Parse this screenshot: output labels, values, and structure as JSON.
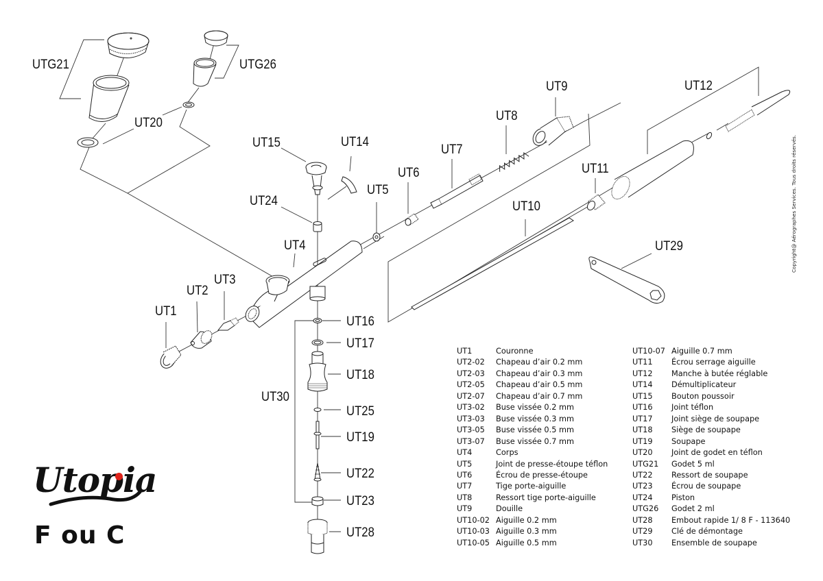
{
  "diagram": {
    "title": "Utopia F ou C exploded view",
    "callouts": {
      "UTG21": "UTG21",
      "UTG26": "UTG26",
      "UT20": "UT20",
      "UT15": "UT15",
      "UT14": "UT14",
      "UT24": "UT24",
      "UT4": "UT4",
      "UT5": "UT5",
      "UT6": "UT6",
      "UT7": "UT7",
      "UT8": "UT8",
      "UT9": "UT9",
      "UT10": "UT10",
      "UT11": "UT11",
      "UT12": "UT12",
      "UT29": "UT29",
      "UT1": "UT1",
      "UT2": "UT2",
      "UT3": "UT3",
      "UT16": "UT16",
      "UT17": "UT17",
      "UT18": "UT18",
      "UT25": "UT25",
      "UT19": "UT19",
      "UT22": "UT22",
      "UT23": "UT23",
      "UT28": "UT28",
      "UT30": "UT30"
    }
  },
  "brand": {
    "logo_text": "Utopia",
    "model_text": "F ou C",
    "accent_color": "#e0241b"
  },
  "copyright": "Copyright@ Aérographes Services. Tous droits réservés.",
  "parts_list": {
    "column_1": [
      {
        "code": "UT1",
        "name": "Couronne"
      },
      {
        "code": "UT2-02",
        "name": "Chapeau d’air 0.2 mm"
      },
      {
        "code": "UT2-03",
        "name": "Chapeau d’air 0.3 mm"
      },
      {
        "code": "UT2-05",
        "name": "Chapeau d’air 0.5 mm"
      },
      {
        "code": "UT2-07",
        "name": "Chapeau d’air 0.7 mm"
      },
      {
        "code": "UT3-02",
        "name": "Buse vissée 0.2 mm"
      },
      {
        "code": "UT3-03",
        "name": "Buse vissée 0.3 mm"
      },
      {
        "code": "UT3-05",
        "name": "Buse vissée 0.5 mm"
      },
      {
        "code": "UT3-07",
        "name": "Buse vissée 0.7 mm"
      },
      {
        "code": "UT4",
        "name": "Corps"
      },
      {
        "code": "UT5",
        "name": "Joint de presse-étoupe téflon"
      },
      {
        "code": "UT6",
        "name": "Écrou de presse-étoupe"
      },
      {
        "code": "UT7",
        "name": "Tige porte-aiguille"
      },
      {
        "code": "UT8",
        "name": "Ressort tige porte-aiguille"
      },
      {
        "code": "UT9",
        "name": "Douille"
      },
      {
        "code": "UT10-02",
        "name": "Aiguille 0.2 mm"
      },
      {
        "code": "UT10-03",
        "name": "Aiguille 0.3 mm"
      },
      {
        "code": "UT10-05",
        "name": "Aiguille 0.5 mm"
      }
    ],
    "column_2": [
      {
        "code": "UT10-07",
        "name": "Aiguille 0.7 mm"
      },
      {
        "code": "UT11",
        "name": "Écrou serrage aiguille"
      },
      {
        "code": "UT12",
        "name": "Manche à butée réglable"
      },
      {
        "code": "UT14",
        "name": "Démultiplicateur"
      },
      {
        "code": "UT15",
        "name": "Bouton poussoir"
      },
      {
        "code": "UT16",
        "name": "Joint téflon"
      },
      {
        "code": "UT17",
        "name": "Joint siège de soupape"
      },
      {
        "code": "UT18",
        "name": "Siège de soupape"
      },
      {
        "code": "UT19",
        "name": "Soupape"
      },
      {
        "code": "UT20",
        "name": "Joint de godet en téflon"
      },
      {
        "code": "UTG21",
        "name": "Godet 5 ml"
      },
      {
        "code": "UT22",
        "name": "Ressort de soupape"
      },
      {
        "code": "UT23",
        "name": "Écrou de soupape"
      },
      {
        "code": "UT24",
        "name": "Piston"
      },
      {
        "code": "UTG26",
        "name": "Godet 2 ml"
      },
      {
        "code": "UT28",
        "name": "Embout rapide 1/ 8 F -  113640"
      },
      {
        "code": "UT29",
        "name": "Clé de démontage"
      },
      {
        "code": "UT30",
        "name": "Ensemble de soupape"
      }
    ]
  }
}
